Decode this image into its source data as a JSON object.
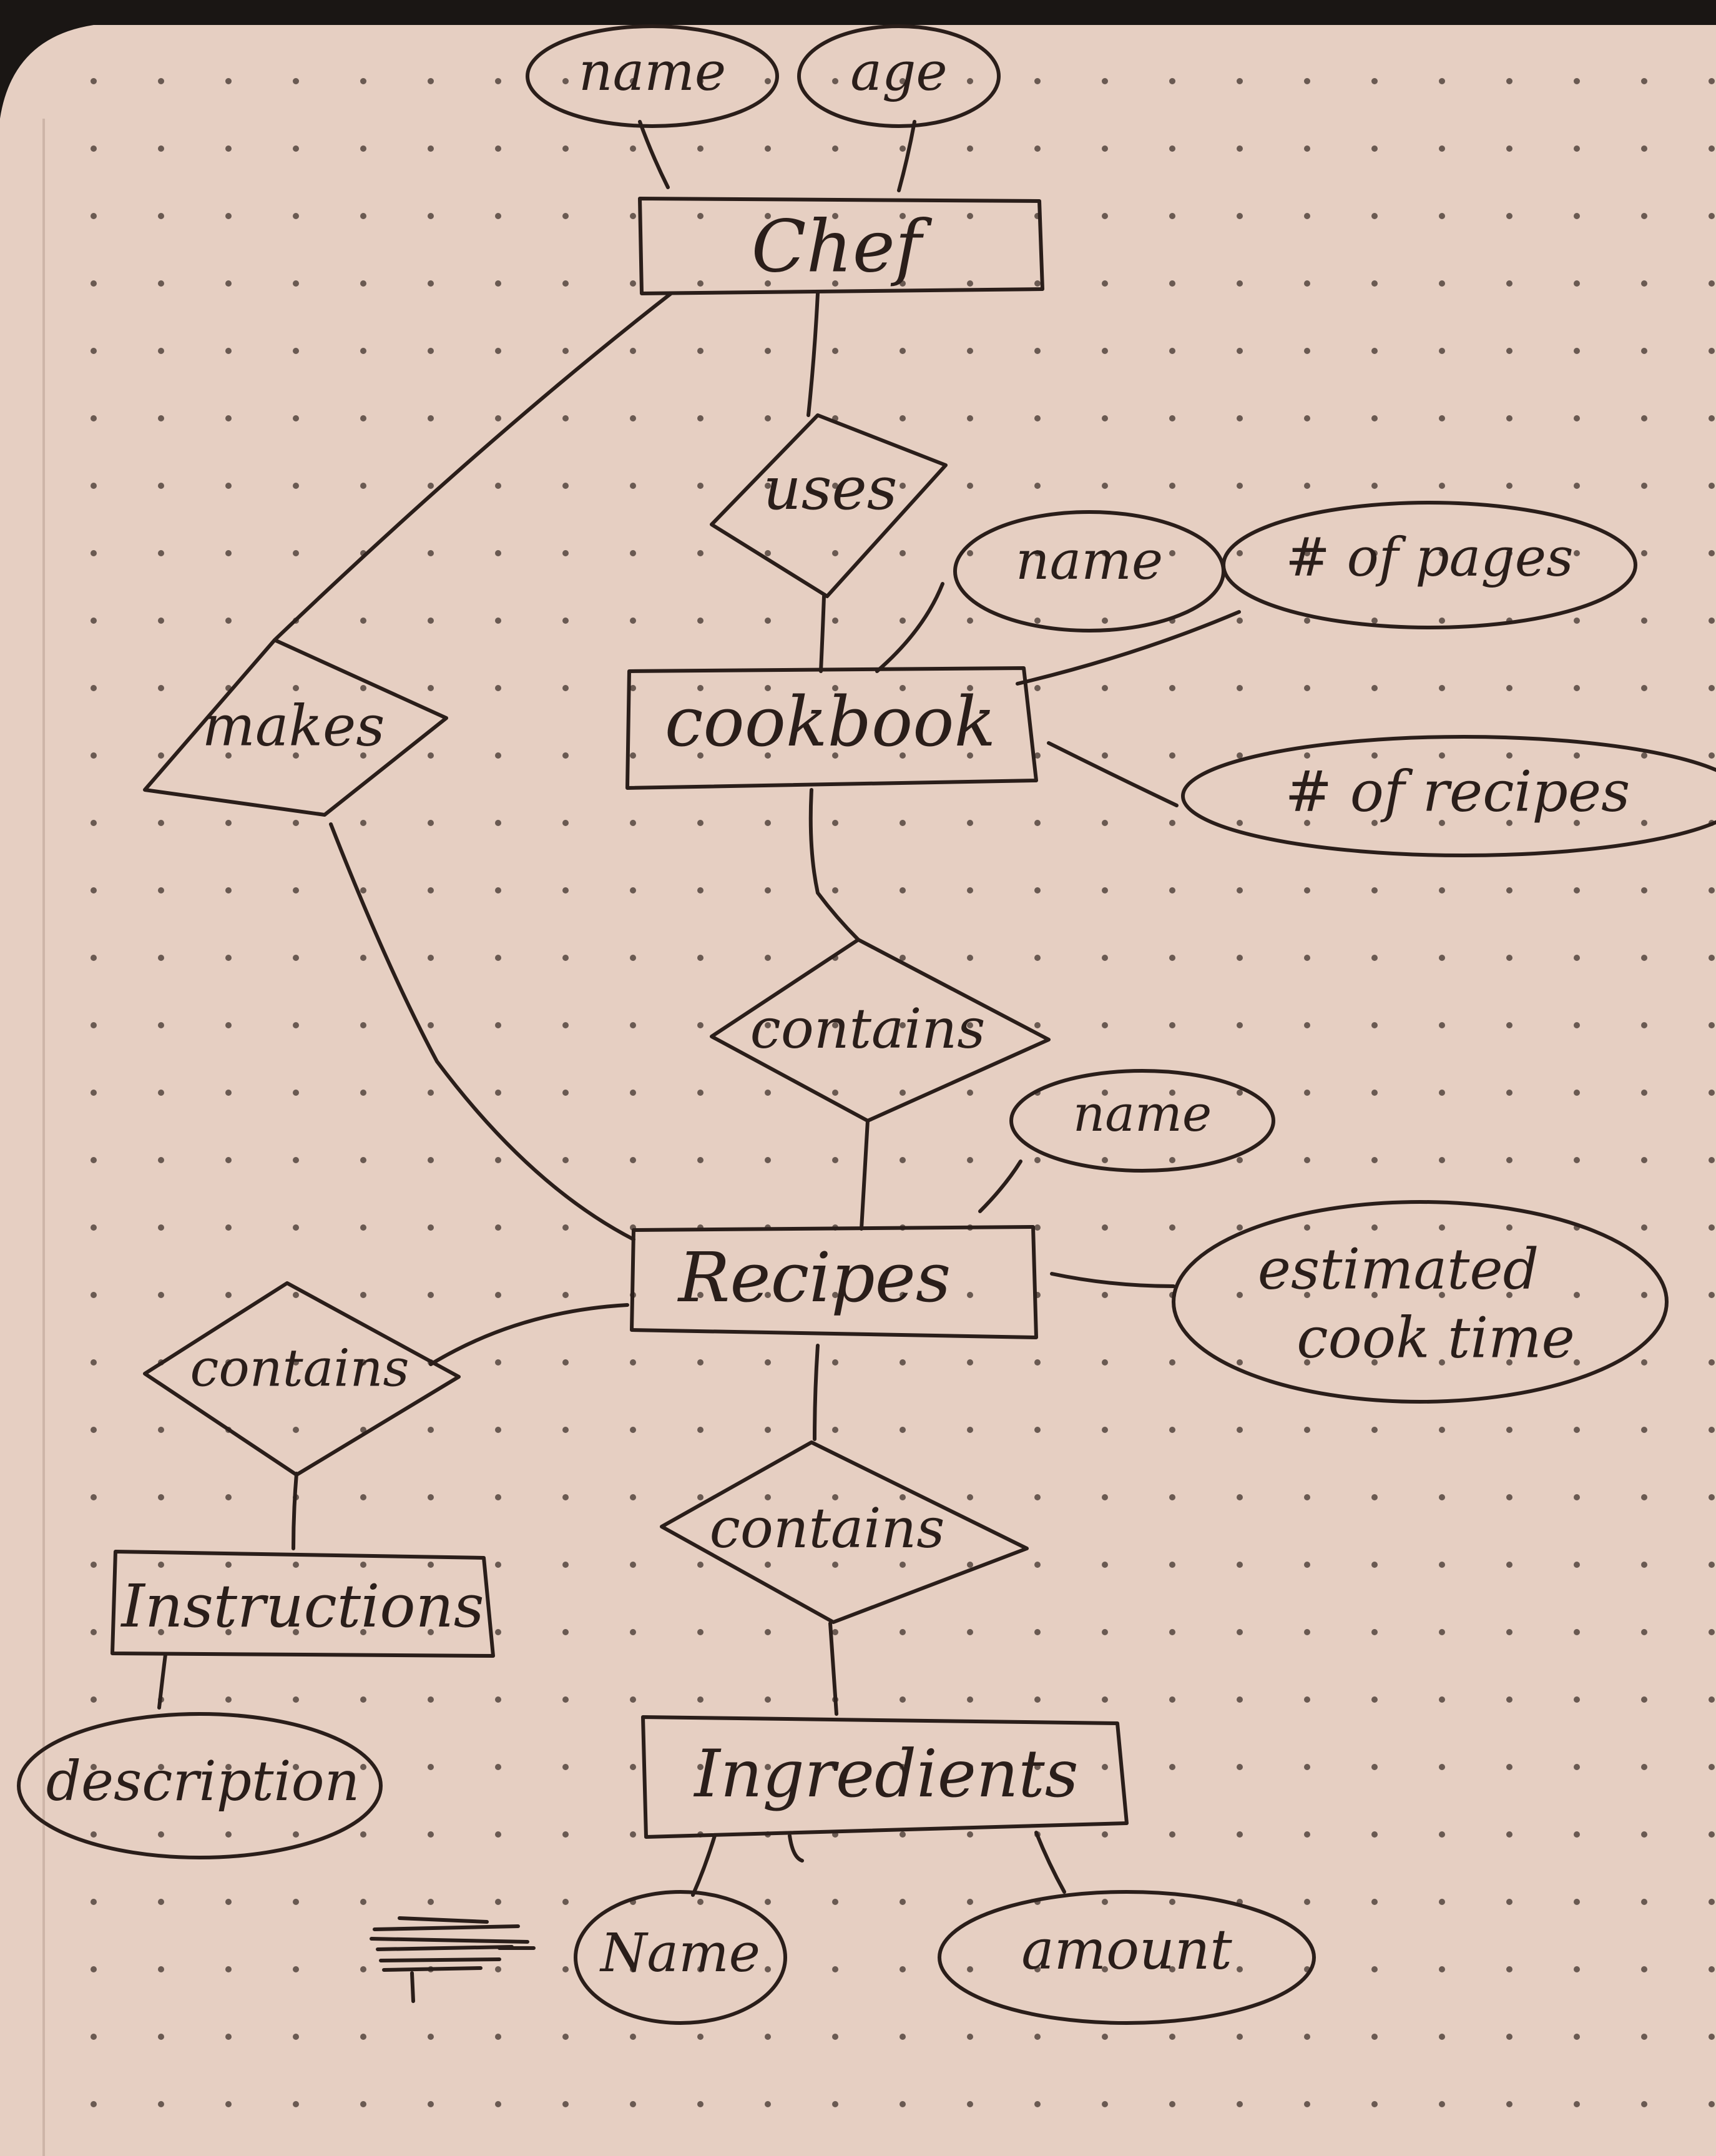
{
  "colors": {
    "paper": "#e6cfc2",
    "ink": "#2a1e1a",
    "dot": "#6a5a52",
    "background": "#1a1614"
  },
  "entities": {
    "chef": "Chef",
    "cookbook": "cookbook",
    "recipes": "Recipes",
    "instructions": "Instructions",
    "ingredients": "Ingredients"
  },
  "relationships": {
    "uses": "uses",
    "makes": "makes",
    "contains_cookbook_recipes": "contains",
    "contains_recipes_instructions": "contains",
    "contains_recipes_ingredients": "contains"
  },
  "attributes": {
    "chef_name": "name",
    "chef_age": "age",
    "cookbook_name": "name",
    "cookbook_pages": "# of pages",
    "cookbook_recipes": "# of recipes",
    "recipe_name": "name",
    "recipe_cook_time_line1": "estimated",
    "recipe_cook_time_line2": "cook time",
    "instruction_description": "description",
    "ingredient_name": "Name",
    "ingredient_amount": "amount"
  }
}
